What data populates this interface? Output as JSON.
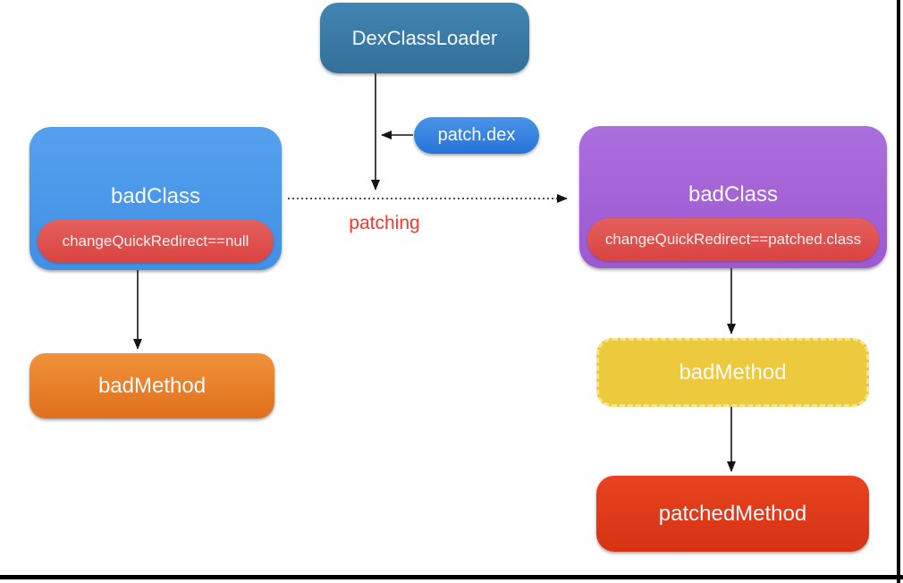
{
  "nodes": {
    "dex_loader": {
      "label": "DexClassLoader",
      "fill": "#3a7ca6"
    },
    "patch_dex": {
      "label": "patch.dex",
      "fill": "#2e7fe4"
    },
    "bad_class_original": {
      "label": "badClass",
      "fill": "#4a97ea",
      "field": "changeQuickRedirect==null",
      "field_fill": "#e05351"
    },
    "bad_class_patched": {
      "label": "badClass",
      "fill": "#a566d9",
      "field": "changeQuickRedirect==patched.class",
      "field_fill": "#e05351"
    },
    "bad_method_original": {
      "label": "badMethod",
      "fill": "#ed8727"
    },
    "bad_method_patched": {
      "label": "badMethod",
      "fill": "#ecc93d",
      "border_style": "dashed"
    },
    "patched_method": {
      "label": "patchedMethod",
      "fill": "#e23a1e"
    }
  },
  "edges": {
    "patching": {
      "text": "patching",
      "color": "#fb352b",
      "style": "dotted-arrow"
    }
  }
}
